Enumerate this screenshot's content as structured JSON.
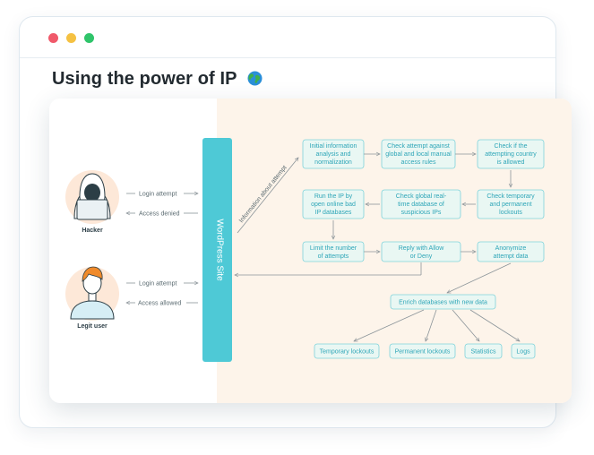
{
  "window": {
    "dots": [
      {
        "name": "close-dot",
        "color": "#f0596a"
      },
      {
        "name": "minimize-dot",
        "color": "#f5c142"
      },
      {
        "name": "maximize-dot",
        "color": "#2fc46a"
      }
    ]
  },
  "page": {
    "title": "Using the power of IP",
    "title_icon": "globe-icon"
  },
  "diagram": {
    "site_label": "WordPress Site",
    "hacker": {
      "label": "Hacker",
      "request": "Login attempt",
      "response": "Access denied"
    },
    "legit": {
      "label": "Legit user",
      "request": "Login attempt",
      "response": "Access allowed"
    },
    "info_label": "Information about attempt",
    "steps": {
      "initial": [
        "Initial information",
        "analysis and",
        "normalization"
      ],
      "check_rules": [
        "Check attempt against",
        "global and local manual",
        "access rules"
      ],
      "check_country": [
        "Check if the",
        "attempting country",
        "is allowed"
      ],
      "check_lockouts": [
        "Check temporary",
        "and permanent",
        "lockouts"
      ],
      "check_global": [
        "Check global real-",
        "time database of",
        "suspicious IPs"
      ],
      "run_ip": [
        "Run the IP by",
        "open online bad",
        "IP databases"
      ],
      "limit": [
        "Limit the number",
        "of attempts"
      ],
      "reply": [
        "Reply with Allow",
        "or Deny"
      ],
      "anonymize": [
        "Anonymize",
        "attempt data"
      ],
      "enrich": [
        "Enrich databases with new data"
      ]
    },
    "outputs": [
      "Temporary lockouts",
      "Permanent lockouts",
      "Statistics",
      "Logs"
    ]
  },
  "colors": {
    "site_bar": "#4ec9d6",
    "box_fill": "#e9f7f3",
    "box_stroke": "#7fd3da",
    "box_text": "#2ea6b8",
    "right_panel": "#fdf4ea",
    "avatar_bg": "#fde8d8",
    "hacker_hood": "#ffffff",
    "legit_hair": "#f08a2a"
  }
}
